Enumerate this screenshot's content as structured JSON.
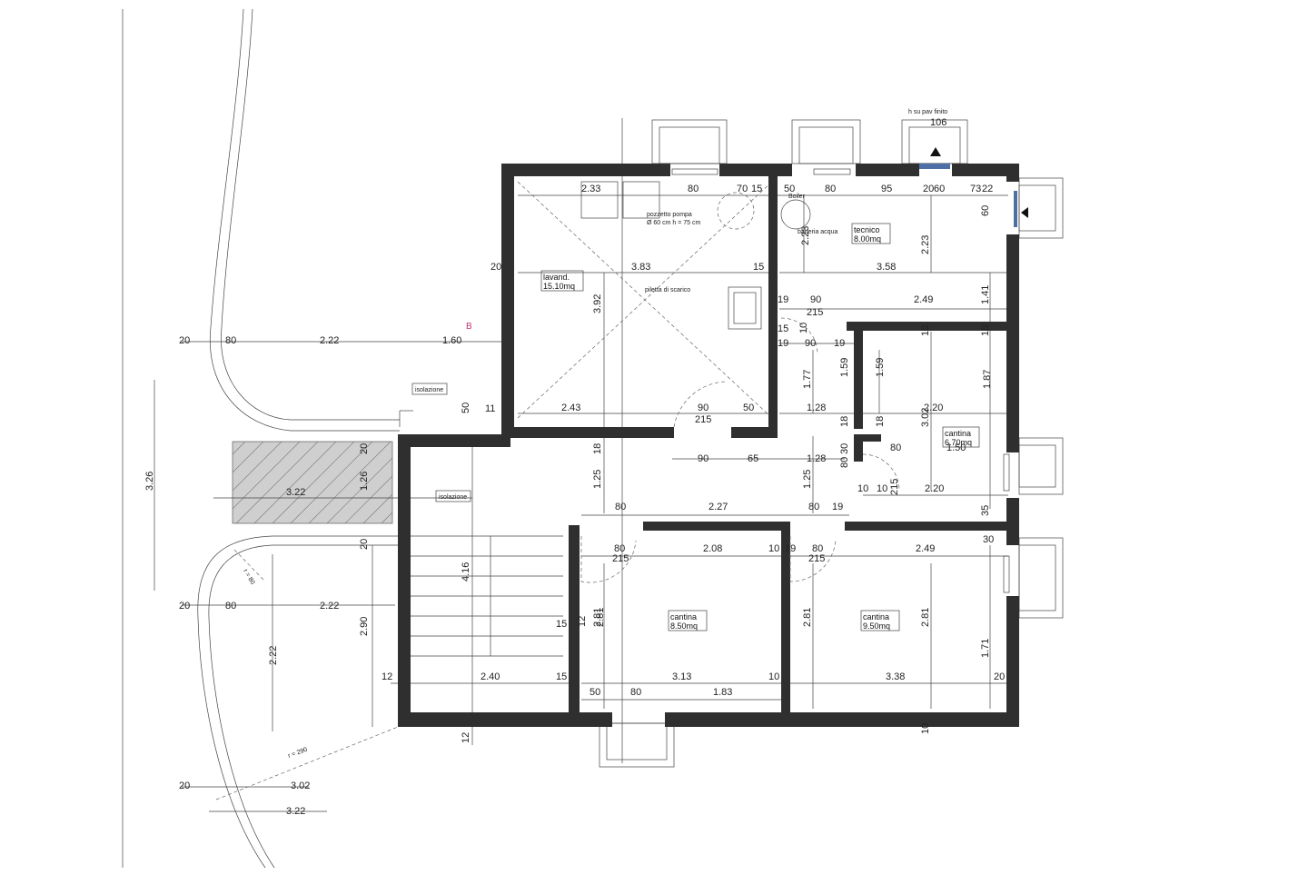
{
  "rooms": {
    "lavanderia": {
      "name": "lavand.",
      "area": "15.10mq"
    },
    "tecnico": {
      "name": "tecnico",
      "area": "8.00mq"
    },
    "cantina_small": {
      "name": "cantina",
      "area": "6.70mq"
    },
    "cantina_mid": {
      "name": "cantina",
      "area": "8.50mq"
    },
    "cantina_right": {
      "name": "cantina",
      "area": "9.50mq"
    }
  },
  "notes": {
    "pozzetto_line1": "pozzetto pompa",
    "pozzetto_line2": "Ø 60 cm h = 75 cm",
    "piletta": "piletta di scarico",
    "batteria": "batteria acqua",
    "boiler": "Boiler",
    "isolazione_1": "isolazione",
    "isolazione_2": "isolazione",
    "section_mark": "B",
    "top_note_line1": "h su pav finito",
    "top_note_line2": "106",
    "radius_80": "r = 80",
    "radius_290": "r = 290"
  },
  "dimensions": [
    "2.33",
    "80",
    "70",
    "15",
    "50",
    "80",
    "95",
    "20",
    "60",
    "73",
    "22",
    "60",
    "3.83",
    "15",
    "3.58",
    "2.23",
    "2.23",
    "3.92",
    "20",
    "19",
    "90",
    "2.49",
    "1.41",
    "215",
    "15",
    "10",
    "19",
    "90",
    "19",
    "10",
    "10",
    "1.59",
    "1.59",
    "1.77",
    "1.87",
    "20",
    "80",
    "2.22",
    "1.60",
    "50",
    "11",
    "2.43",
    "90",
    "50",
    "215",
    "1.28",
    "2.20",
    "3.02",
    "18",
    "18",
    "30",
    "80",
    "1.50",
    "3.26",
    "20",
    "3.22",
    "1.26",
    "90",
    "65",
    "1.28",
    "18",
    "1.25",
    "1.25",
    "80",
    "10",
    "10",
    "215",
    "2.20",
    "80",
    "2.27",
    "80",
    "19",
    "35",
    "20",
    "80",
    "2.08",
    "10",
    "19",
    "80",
    "2.49",
    "30",
    "215",
    "215",
    "20",
    "80",
    "2.22",
    "4.16",
    "2.81",
    "2.81",
    "2.81",
    "2.81",
    "15",
    "12",
    "2.90",
    "2.22",
    "1.71",
    "12",
    "2.40",
    "15",
    "3.13",
    "10",
    "3.38",
    "20",
    "50",
    "80",
    "1.83",
    "12",
    "20",
    "3.02",
    "3.22",
    "10"
  ]
}
